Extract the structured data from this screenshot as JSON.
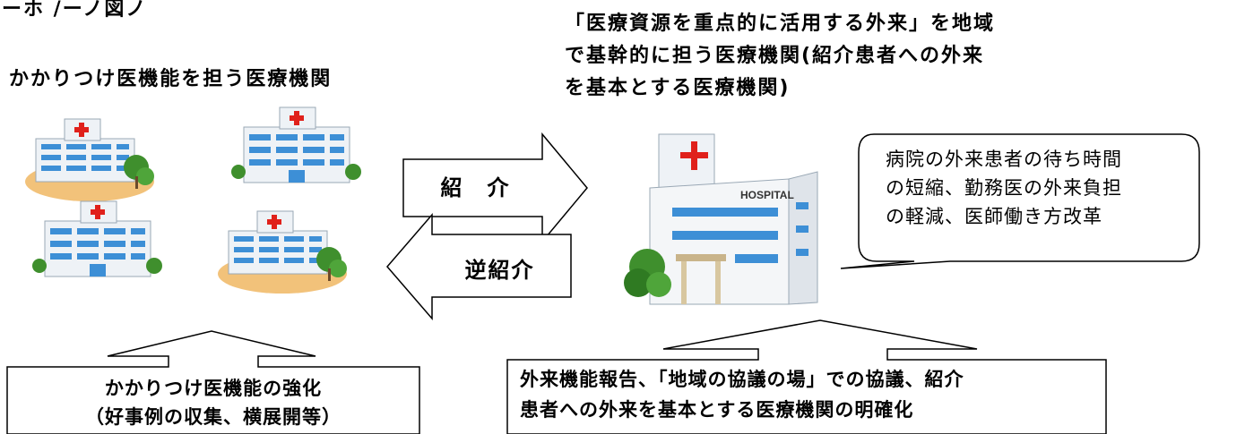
{
  "top_cut_label": "ーホ /ーノ図ノ",
  "left_heading": "かかりつけ医機能を担う医療機関",
  "right_heading_lines": [
    "「医療資源を重点的に活用する外来」を地域",
    "で基幹的に担う医療機関(紹介患者への外来",
    "を基本とする医療機関)"
  ],
  "arrow_referral": "紹　介",
  "arrow_reverse_referral": "逆紹介",
  "hospital_sign": "HOSPITAL",
  "bubble_lines": [
    "病院の外来患者の待ち時間",
    "の短縮、勤務医の外来負担",
    "の軽減、医師働き方改革"
  ],
  "left_box_lines": [
    "かかりつけ医機能の強化",
    "（好事例の収集、横展開等）"
  ],
  "right_box_lines": [
    "外来機能報告、「地域の協議の場」での協議、紹介",
    "患者への外来を基本とする医療機関の明確化"
  ],
  "colors": {
    "hill": "#f2c27a",
    "building": "#eef2f6",
    "window": "#3d8fd6",
    "cross": "#e0211b",
    "tree": "#3f8f2d"
  }
}
